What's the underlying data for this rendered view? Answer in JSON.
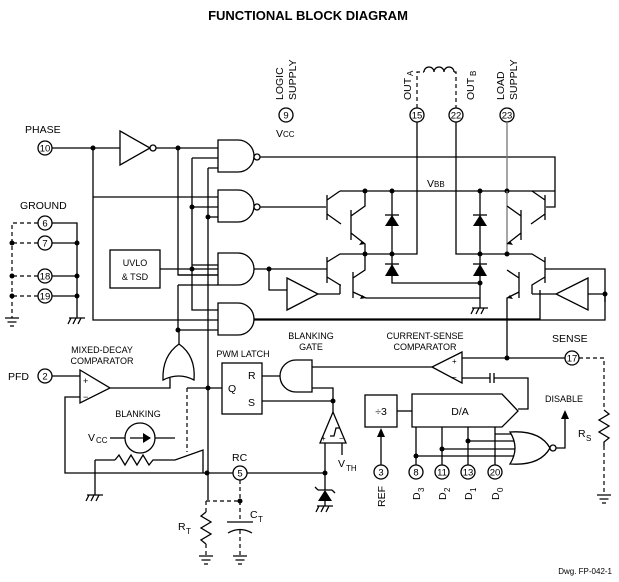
{
  "title": "FUNCTIONAL BLOCK DIAGRAM",
  "drawing_number": "Dwg. FP-042-1",
  "pins": {
    "phase": {
      "label": "PHASE",
      "number": "10"
    },
    "logic_supply": {
      "label": "LOGIC SUPPLY",
      "line1": "LOGIC",
      "line2": "SUPPLY",
      "number": "9",
      "vcc": "V",
      "vcc_sub": "CC"
    },
    "out_a": {
      "label": "OUT",
      "sub": "A",
      "number": "15"
    },
    "out_b": {
      "label": "OUT",
      "sub": "B",
      "number": "22"
    },
    "load_supply": {
      "line1": "LOAD",
      "line2": "SUPPLY",
      "number": "23"
    },
    "ground": {
      "label": "GROUND",
      "numbers": [
        "6",
        "7",
        "18",
        "19"
      ]
    },
    "pfd": {
      "label": "PFD",
      "number": "2"
    },
    "rc": {
      "label": "RC",
      "number": "5"
    },
    "sense": {
      "label": "SENSE",
      "number": "17"
    },
    "ref": {
      "label": "REF",
      "number": "3"
    },
    "d3": {
      "label": "D",
      "sub": "3",
      "number": "8"
    },
    "d2": {
      "label": "D",
      "sub": "2",
      "number": "11"
    },
    "d1": {
      "label": "D",
      "sub": "1",
      "number": "13"
    },
    "d0": {
      "label": "D",
      "sub": "0",
      "number": "20"
    }
  },
  "blocks": {
    "uvlo_line1": "UVLO",
    "uvlo_line2": "& TSD",
    "vbb": "V",
    "vbb_sub": "BB",
    "mixed_decay_line1": "MIXED-DECAY",
    "mixed_decay_line2": "COMPARATOR",
    "blanking": "BLANKING",
    "blanking_vcc": "V",
    "blanking_vcc_sub": "CC",
    "pwm_latch": "PWM LATCH",
    "latch_r": "R",
    "latch_s": "S",
    "latch_q": "Q",
    "blanking_gate_line1": "BLANKING",
    "blanking_gate_line2": "GATE",
    "current_sense_line1": "CURRENT-SENSE",
    "current_sense_line2": "COMPARATOR",
    "divider": "÷3",
    "dac": "D/A",
    "disable": "DISABLE",
    "vth": "V",
    "vth_sub": "TH",
    "plus": "+",
    "minus": "−"
  },
  "external": {
    "rs": "R",
    "rs_sub": "S",
    "rt": "R",
    "rt_sub": "T",
    "ct": "C",
    "ct_sub": "T"
  }
}
